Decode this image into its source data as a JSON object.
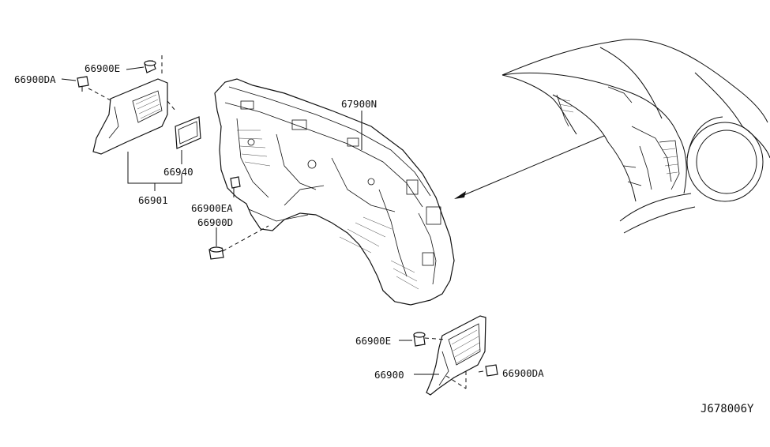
{
  "labels": {
    "l_66900DA_top": "66900DA",
    "l_66900E_top": "66900E",
    "l_67900N": "67900N",
    "l_66940": "66940",
    "l_66901": "66901",
    "l_66900EA": "66900EA",
    "l_66900D": "66900D",
    "l_66900E_bottom": "66900E",
    "l_66900": "66900",
    "l_66900DA_bottom": "66900DA"
  },
  "diagram_code": "J678006Y"
}
